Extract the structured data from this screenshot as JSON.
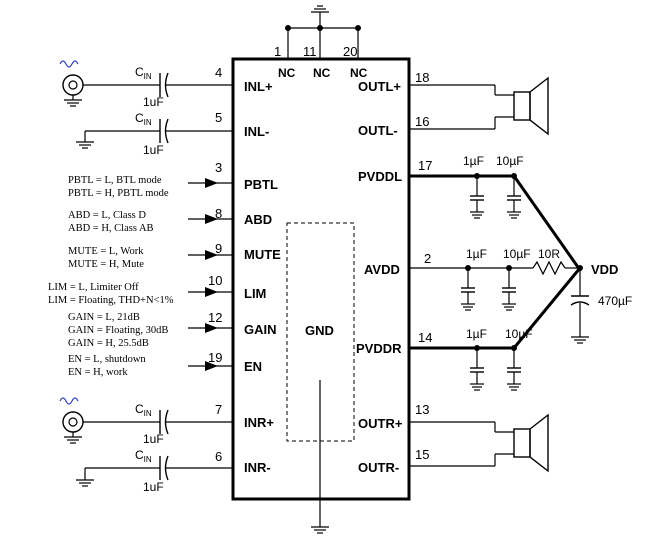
{
  "chip": {
    "gnd_label": "GND",
    "nc_pins": [
      {
        "number": "1",
        "label": "NC"
      },
      {
        "number": "11",
        "label": "NC"
      },
      {
        "number": "20",
        "label": "NC"
      }
    ],
    "left_pins": [
      {
        "number": "4",
        "label": "INL+"
      },
      {
        "number": "5",
        "label": "INL-"
      },
      {
        "number": "3",
        "label": "PBTL"
      },
      {
        "number": "8",
        "label": "ABD"
      },
      {
        "number": "9",
        "label": "MUTE"
      },
      {
        "number": "10",
        "label": "LIM"
      },
      {
        "number": "12",
        "label": "GAIN"
      },
      {
        "number": "19",
        "label": "EN"
      },
      {
        "number": "7",
        "label": "INR+"
      },
      {
        "number": "6",
        "label": "INR-"
      }
    ],
    "right_pins": [
      {
        "number": "18",
        "label": "OUTL+"
      },
      {
        "number": "16",
        "label": "OUTL-"
      },
      {
        "number": "17",
        "label": "PVDDL"
      },
      {
        "number": "2",
        "label": "AVDD"
      },
      {
        "number": "14",
        "label": "PVDDR"
      },
      {
        "number": "13",
        "label": "OUTR+"
      },
      {
        "number": "15",
        "label": "OUTR-"
      }
    ]
  },
  "inputs": {
    "cap_label": "C",
    "cap_sub": "IN",
    "cap_value": "1uF"
  },
  "control_notes": {
    "pbtl": [
      "PBTL = L, BTL mode",
      "PBTL = H, PBTL mode"
    ],
    "abd": [
      "ABD = L, Class D",
      "ABD = H, Class AB"
    ],
    "mute": [
      "MUTE = L, Work",
      "MUTE = H, Mute"
    ],
    "lim": [
      "LIM = L, Limiter Off",
      "LIM = Floating, THD+N<1%"
    ],
    "gain": [
      "GAIN = L, 21dB",
      "GAIN = Floating, 30dB",
      "GAIN = H, 25.5dB"
    ],
    "en": [
      "EN = L, shutdown",
      "EN = H, work"
    ]
  },
  "supply": {
    "vdd_label": "VDD",
    "resistor_label": "10R",
    "bulk_cap_label": "470µF",
    "cap_small": "1µF",
    "cap_large": "10µF"
  }
}
